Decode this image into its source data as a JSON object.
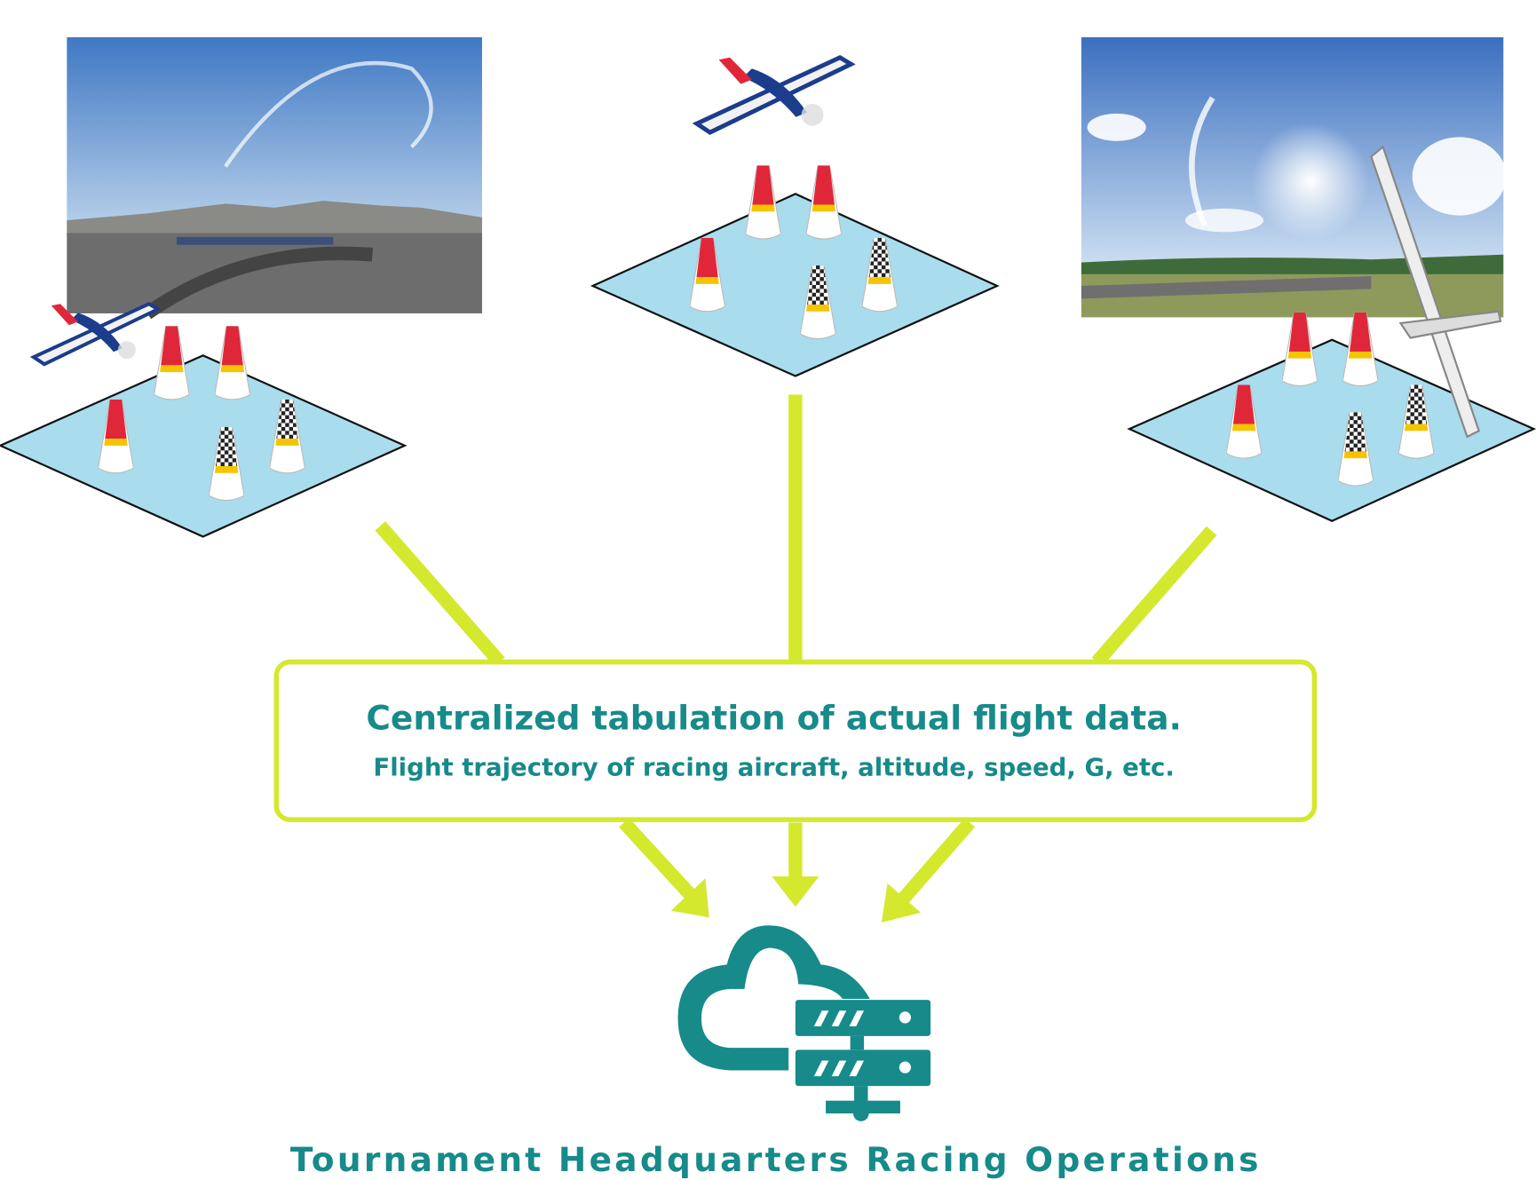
{
  "box": {
    "title": "Centralized tabulation of actual flight data.",
    "subtitle": "Flight trajectory of racing aircraft, altitude, speed, G, etc."
  },
  "footer": {
    "label": "Tournament Headquarters Racing Operations"
  },
  "colors": {
    "accent": "#d4e82e",
    "teal": "#178a8a",
    "pad": "#a9dced",
    "cone_red": "#e0273a",
    "cone_yellow": "#f5c400"
  },
  "icons": [
    "cloud-server-icon",
    "pylon-cone-icon",
    "airplane-icon"
  ]
}
